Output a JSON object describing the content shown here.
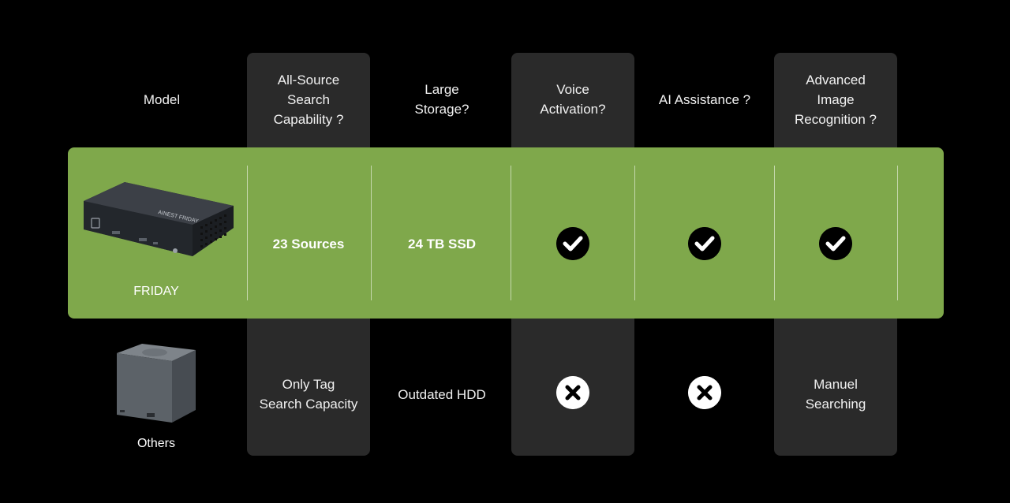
{
  "headers": {
    "model": "Model",
    "search": "All-Source\nSearch\nCapability ?",
    "storage": "Large\nStorage?",
    "voice": "Voice\nActivation?",
    "ai": "AI Assistance ?",
    "image": "Advanced\nImage\nRecognition ?"
  },
  "friday": {
    "name": "FRIDAY",
    "device_brand": "AINEST FRIDAY",
    "search": "23 Sources",
    "storage": "24 TB SSD",
    "voice_icon": "check-icon",
    "ai_icon": "check-icon",
    "image_icon": "check-icon"
  },
  "others": {
    "name": "Others",
    "search": "Only Tag\nSearch Capacity",
    "storage": "Outdated HDD",
    "voice_icon": "cross-icon",
    "ai_icon": "cross-icon",
    "image": "Manuel\nSearching"
  },
  "colors": {
    "background": "#000000",
    "column": "#2a2a2a",
    "highlight": "#7fa84b"
  }
}
